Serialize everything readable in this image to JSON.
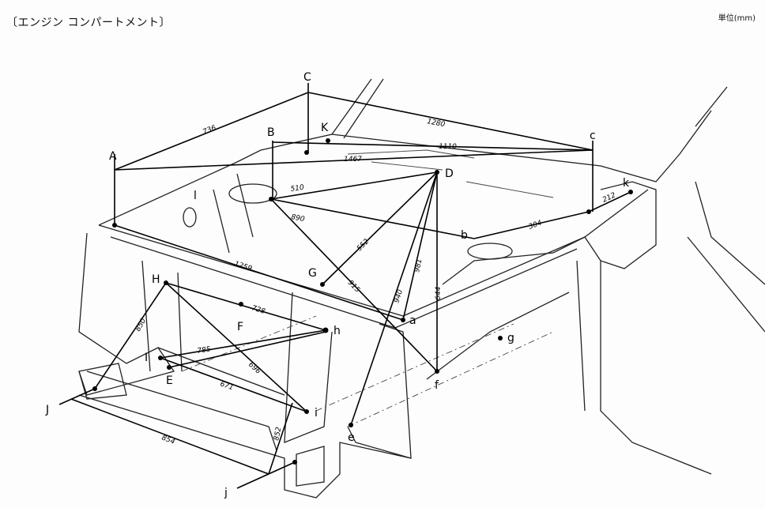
{
  "header": {
    "title": "〔エンジン コンパートメント〕",
    "unit": "単位(mm)"
  },
  "points": {
    "A": "A",
    "B": "B",
    "C": "C",
    "K": "K",
    "c": "c",
    "k": "k",
    "D": "D",
    "b": "b",
    "l": "l",
    "G": "G",
    "H": "H",
    "F": "F",
    "a": "a",
    "h": "h",
    "g": "g",
    "I": "I",
    "E": "E",
    "f": "f",
    "J": "J",
    "i": "i",
    "e": "e",
    "j": "j"
  },
  "dimensions": {
    "A_C": "736",
    "C_c": "1280",
    "B_c": "1110",
    "A_c": "1467",
    "B_D": "510",
    "B_b": "890",
    "b_k": "304",
    "k_end": "212",
    "D_G": "552",
    "B_f": "915",
    "D_e": "940",
    "D_a": "981",
    "D_f": "644",
    "cross": "1259",
    "H_h": "728",
    "I_h": "785",
    "H_i": "696",
    "I_i": "671",
    "H_J": "850",
    "J_j": "854",
    "i_j": "852"
  }
}
